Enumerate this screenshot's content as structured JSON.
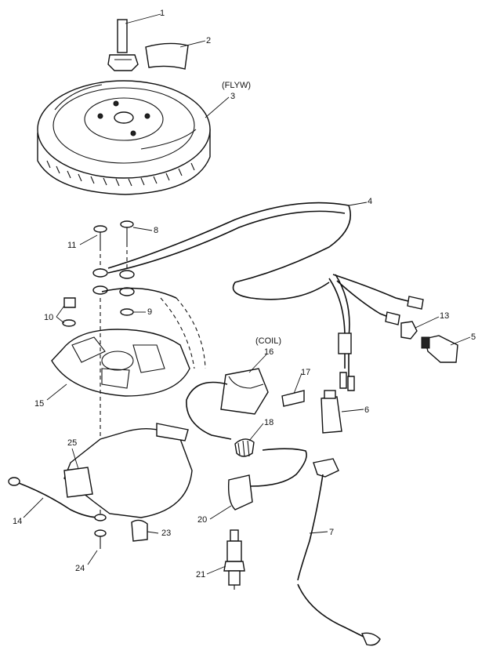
{
  "labels": {
    "p1": "1",
    "p2": "2",
    "flyw": "(FLYW)",
    "p3": "3",
    "p4": "4",
    "p5": "5",
    "p6": "6",
    "p7": "7",
    "p8": "8",
    "p9": "9",
    "p10": "10",
    "p11": "11",
    "p13": "13",
    "p14": "14",
    "p15": "15",
    "coil": "(COIL)",
    "p16": "16",
    "p17": "17",
    "p18": "18",
    "p20": "20",
    "p21": "21",
    "p23": "23",
    "p24": "24",
    "p25": "25"
  }
}
